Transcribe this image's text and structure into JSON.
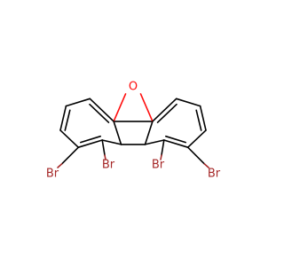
{
  "molecule": {
    "atoms": [
      {
        "id": "o",
        "symbol": "O",
        "color": "#ff0d0d"
      },
      {
        "id": "br1",
        "symbol": "Br",
        "color": "#a62929"
      },
      {
        "id": "br2",
        "symbol": "Br",
        "color": "#a62929"
      },
      {
        "id": "br3",
        "symbol": "Br",
        "color": "#a62929"
      },
      {
        "id": "br4",
        "symbol": "Br",
        "color": "#a62929"
      }
    ]
  }
}
